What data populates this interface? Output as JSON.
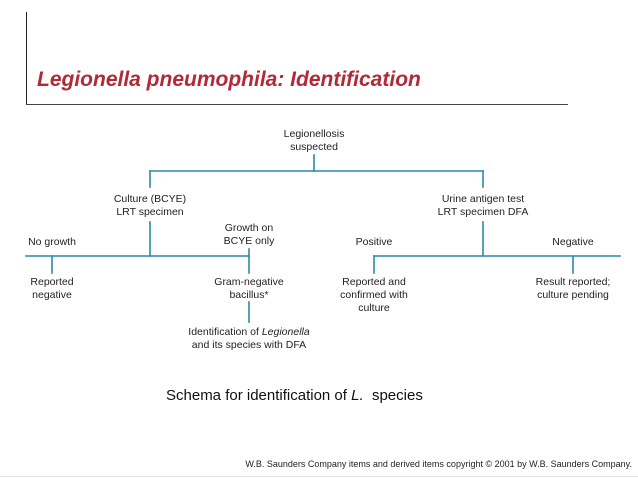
{
  "slide": {
    "title": "Legionella pneumophila: Identification",
    "caption": {
      "before": "Schema for identification of ",
      "genus": "L.",
      "after": "  species"
    },
    "copyright": "W.B. Saunders Company items and derived items copyright © 2001 by W.B. Saunders Company."
  },
  "flowchart": {
    "suspected": {
      "line1": "Legionellosis",
      "line2": "suspected"
    },
    "culture": {
      "line1": "Culture (BCYE)",
      "line2": "LRT specimen"
    },
    "antigen": {
      "line1": "Urine antigen test",
      "line2": "LRT specimen DFA"
    },
    "no_growth": {
      "line1": "No growth"
    },
    "growth": {
      "line1": "Growth on",
      "line2": "BCYE only"
    },
    "positive": {
      "line1": "Positive"
    },
    "negative": {
      "line1": "Negative"
    },
    "reported_negative": {
      "line1": "Reported",
      "line2": "negative"
    },
    "gram_negative": {
      "line1": "Gram-negative",
      "line2": "bacillus*"
    },
    "reported_confirmed": {
      "line1": "Reported and",
      "line2": "confirmed with",
      "line3": "culture"
    },
    "result_reported": {
      "line1": "Result reported;",
      "line2": "culture pending"
    },
    "identification": {
      "line1_prefix": "Identification of ",
      "line1_genus": "Legionella",
      "line2": "and its species with DFA"
    }
  },
  "colors": {
    "title": "#b02a37",
    "connector": "#2a8aa6"
  }
}
